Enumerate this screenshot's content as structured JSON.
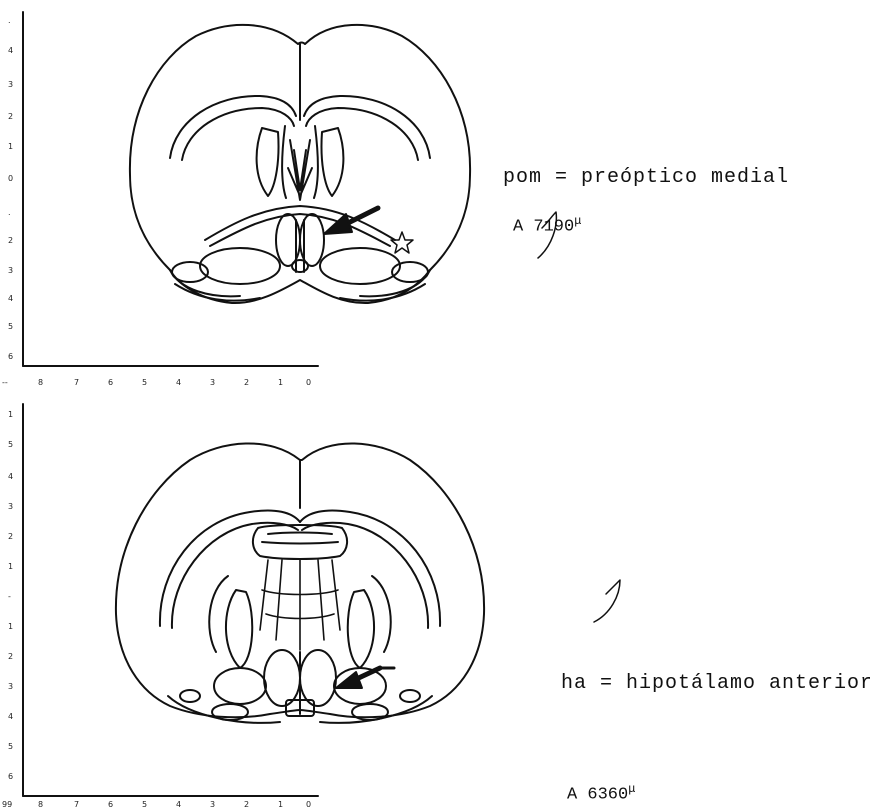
{
  "panels": [
    {
      "id": "top",
      "structure_label": "pom = preóptico medial",
      "coordinate_prefix": "A 7190",
      "coordinate_unit": "μ",
      "y_scale_ticks": [
        ".",
        "4",
        "3",
        "2",
        "1",
        "0",
        ".",
        "2",
        "3",
        "4",
        "5",
        "6"
      ],
      "x_scale_ticks": [
        "--",
        "8",
        "7",
        "6",
        "5",
        "4",
        "3",
        "2",
        "1",
        "0"
      ]
    },
    {
      "id": "bottom",
      "structure_label": "ha = hipotálamo anterior",
      "coordinate_prefix": "A 6360",
      "coordinate_unit": "μ",
      "y_scale_ticks": [
        "1",
        "5",
        "4",
        "3",
        "2",
        "1",
        "-",
        "1",
        "2",
        "3",
        "4",
        "5",
        "6"
      ],
      "x_scale_ticks": [
        "99",
        "8",
        "7",
        "6",
        "5",
        "4",
        "3",
        "2",
        "1",
        "0"
      ]
    }
  ]
}
